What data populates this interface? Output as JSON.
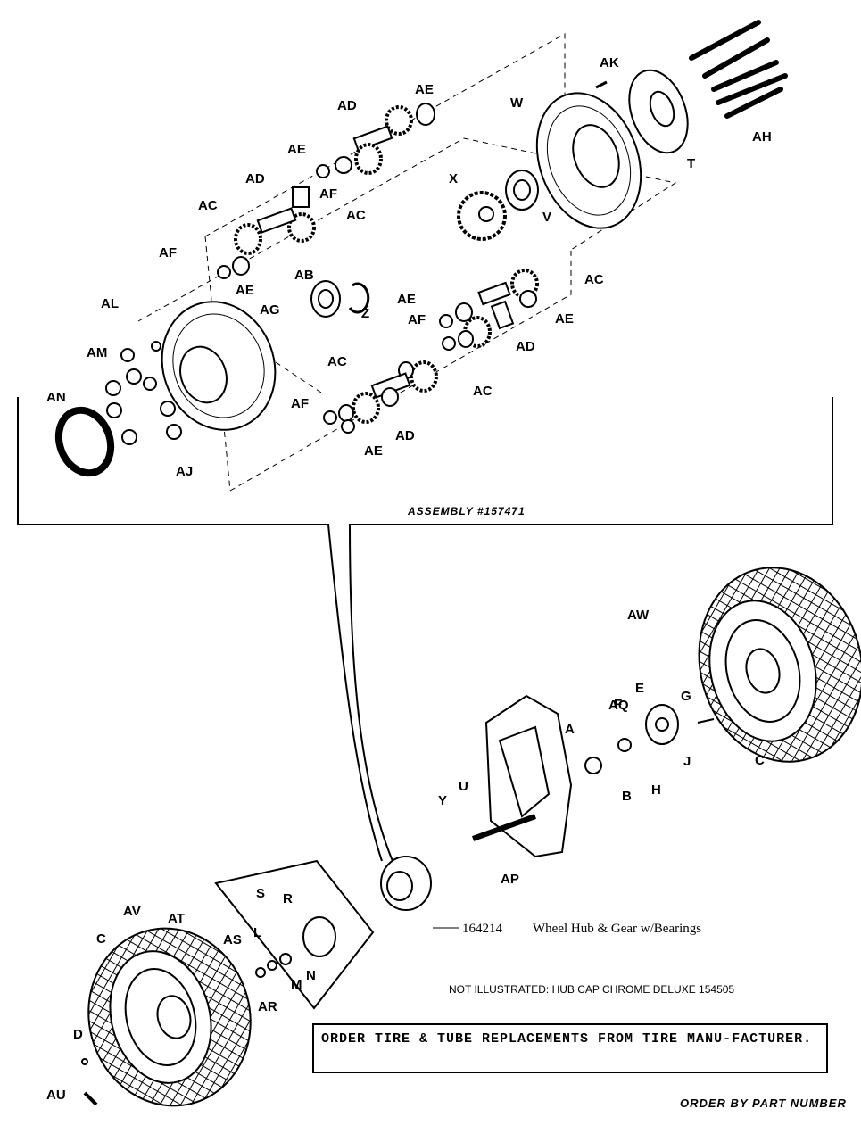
{
  "assembly_caption": "ASSEMBLY #157471",
  "part_labels": {
    "AK": "AK",
    "AE": "AE",
    "AD": "AD",
    "W": "W",
    "AH": "AH",
    "T": "T",
    "X": "X",
    "V": "V",
    "AF": "AF",
    "AC": "AC",
    "AB": "AB",
    "Z": "Z",
    "AL": "AL",
    "AG": "AG",
    "AM": "AM",
    "AN": "AN",
    "AJ": "AJ",
    "AW": "AW",
    "AQ": "AQ",
    "E": "E",
    "F": "F",
    "G": "G",
    "A": "A",
    "J": "J",
    "C": "C",
    "B": "B",
    "H": "H",
    "U": "U",
    "Y": "Y",
    "AP": "AP",
    "S": "S",
    "R": "R",
    "AV": "AV",
    "AT": "AT",
    "AS": "AS",
    "L": "L",
    "M": "M",
    "N": "N",
    "AR": "AR",
    "D": "D",
    "AU": "AU"
  },
  "hub_part": {
    "number": "164214",
    "description": "Wheel Hub & Gear w/Bearings"
  },
  "not_illustrated": "NOT ILLUSTRATED: HUB CAP CHROME DELUXE 154505",
  "tire_notice": "ORDER TIRE & TUBE REPLACEMENTS FROM TIRE MANU-FACTURER.",
  "order_by": "ORDER BY PART NUMBER"
}
